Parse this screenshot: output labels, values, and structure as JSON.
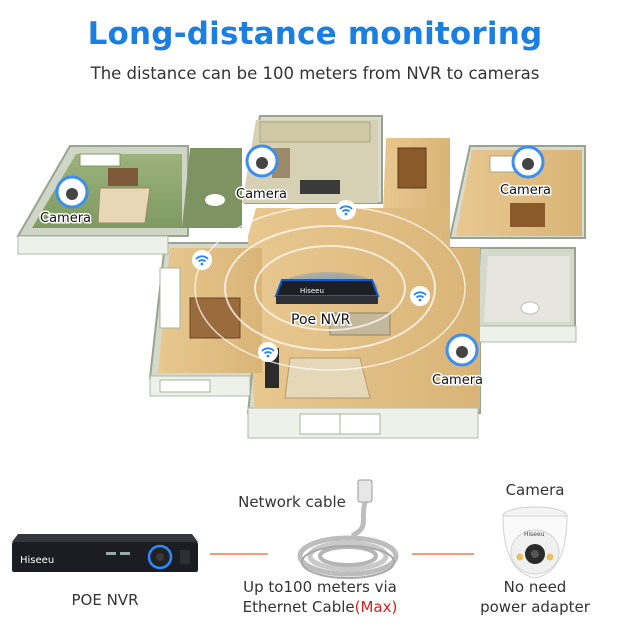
{
  "header": {
    "title": "Long-distance monitoring",
    "subtitle": "The distance can be 100 meters from NVR to cameras"
  },
  "floorplan": {
    "camera_label": "Camera",
    "nvr_label": "Poe NVR",
    "nvr_brand": "Hiseeu"
  },
  "bottom": {
    "nvr_caption": "POE NVR",
    "cable_title": "Network cable",
    "cable_caption_line1": "Up to100 meters via",
    "cable_caption_line2": "Ethernet Cable",
    "cable_caption_max": "(Max)",
    "camera_title": "Camera",
    "camera_caption_line1": "No need",
    "camera_caption_line2": "power adapter",
    "nvr_brand": "Hiseeu",
    "camera_brand": "Hiseeu"
  },
  "colors": {
    "title": "#1a7fe0",
    "accent_red": "#d81e1e",
    "connector": "#f0a070",
    "wifi": "#2a86e8"
  }
}
